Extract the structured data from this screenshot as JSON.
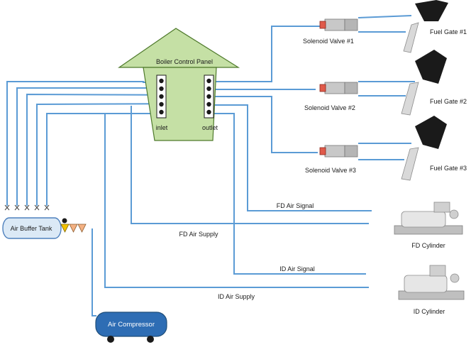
{
  "colors": {
    "pipe": "#5b9bd5",
    "panel_fill": "#c5e0a5",
    "panel_stroke": "#4f7a2c",
    "tank_fill": "#dbe9f6",
    "tank_stroke": "#4f81bd",
    "compressor_fill": "#2e6db4",
    "compressor_stroke": "#1f4e79",
    "port_fill": "#1a1a1a",
    "gauge_yellow": "#f2c200",
    "gauge_orange": "#f4b183"
  },
  "labels": {
    "panel_title": "Boiler Control Panel",
    "inlet": "inlet",
    "outlet": "outlet",
    "tank": "Air Buffer Tank",
    "compressor": "Air Compressor",
    "valve1": "Solenoid Valve #1",
    "valve2": "Solenoid Valve #2",
    "valve3": "Solenoid Valve #3",
    "gate1": "Fuel Gate #1",
    "gate2": "Fuel Gate #2",
    "gate3": "Fuel Gate #3",
    "fd_signal": "FD Air Signal",
    "fd_supply": "FD Air Supply",
    "id_signal": "ID Air Signal",
    "id_supply": "ID Air Supply",
    "fd_cylinder": "FD Cylinder",
    "id_cylinder": "ID Cylinder"
  }
}
